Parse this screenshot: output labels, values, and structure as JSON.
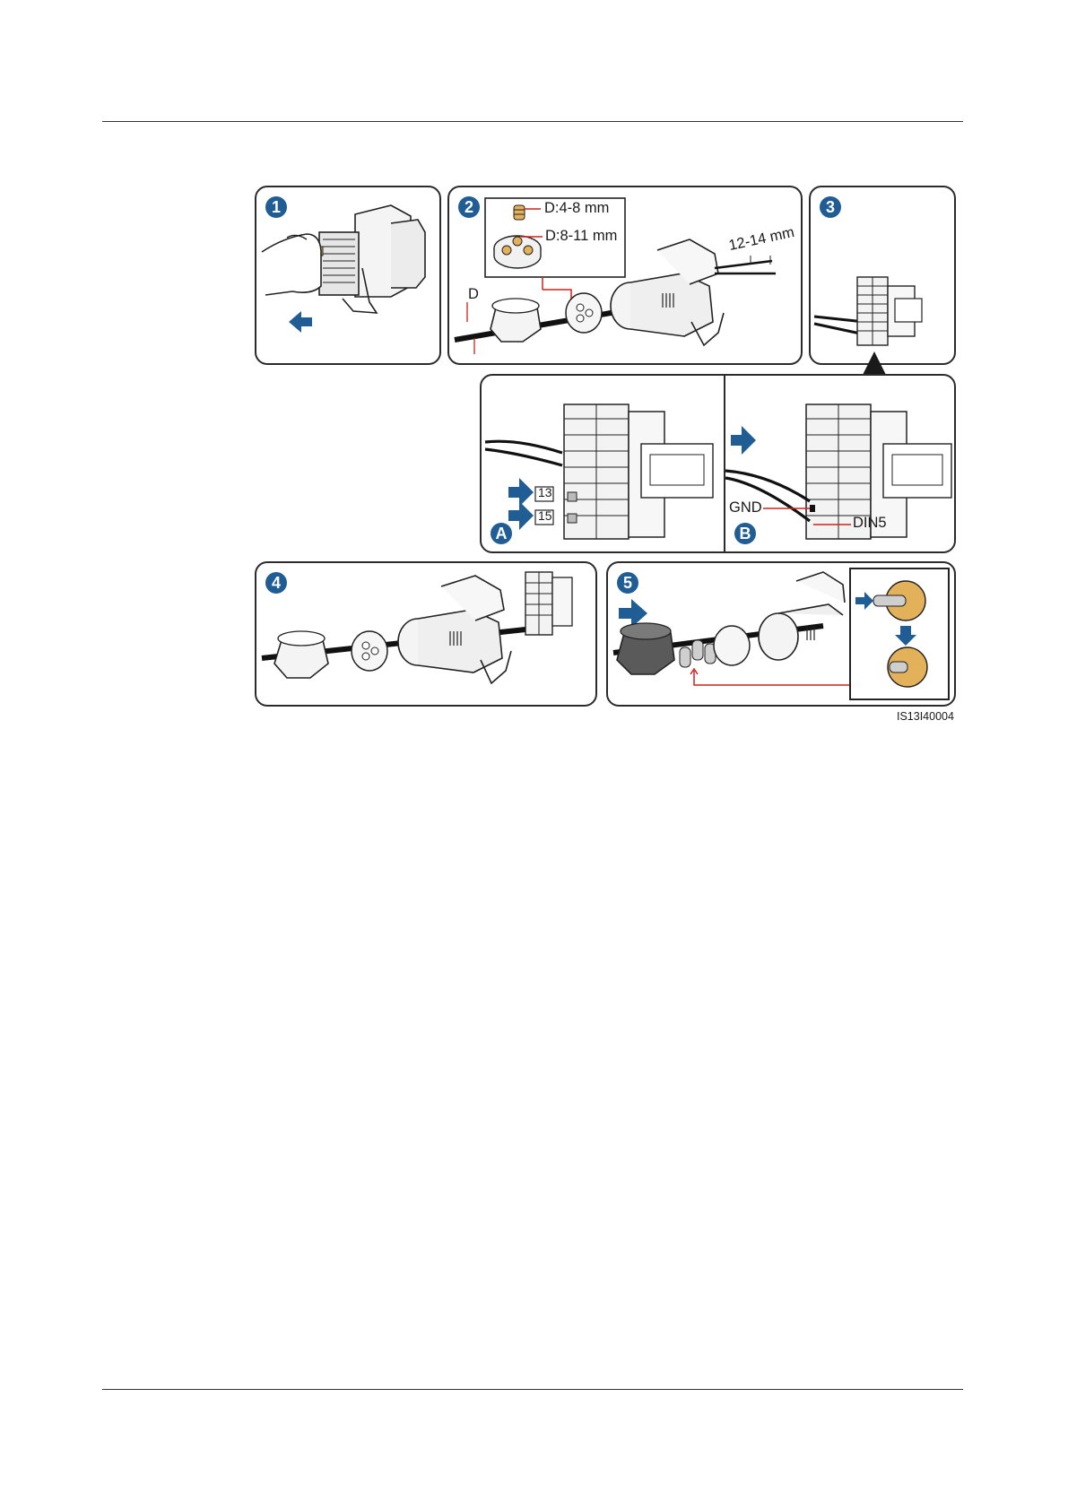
{
  "figure": {
    "id": "IS13I40004",
    "steps": [
      {
        "number": "1"
      },
      {
        "number": "2",
        "label_d": "D",
        "label_small_hole": "D:4-8 mm",
        "label_large_hole": "D:8-11 mm",
        "label_strip": "12-14 mm"
      },
      {
        "number": "3"
      },
      {
        "number": "4"
      },
      {
        "number": "5"
      }
    ],
    "sub_a": {
      "letter": "A",
      "pin_top": "13",
      "pin_bottom": "15"
    },
    "sub_b": {
      "letter": "B",
      "label_gnd": "GND",
      "label_din": "DIN5"
    }
  },
  "colors": {
    "badge": "#1f5d94",
    "arrow": "#1f5d94",
    "leader": "#d0201a",
    "seal_tan": "#e3b15a",
    "frame": "#2b2b2b"
  }
}
